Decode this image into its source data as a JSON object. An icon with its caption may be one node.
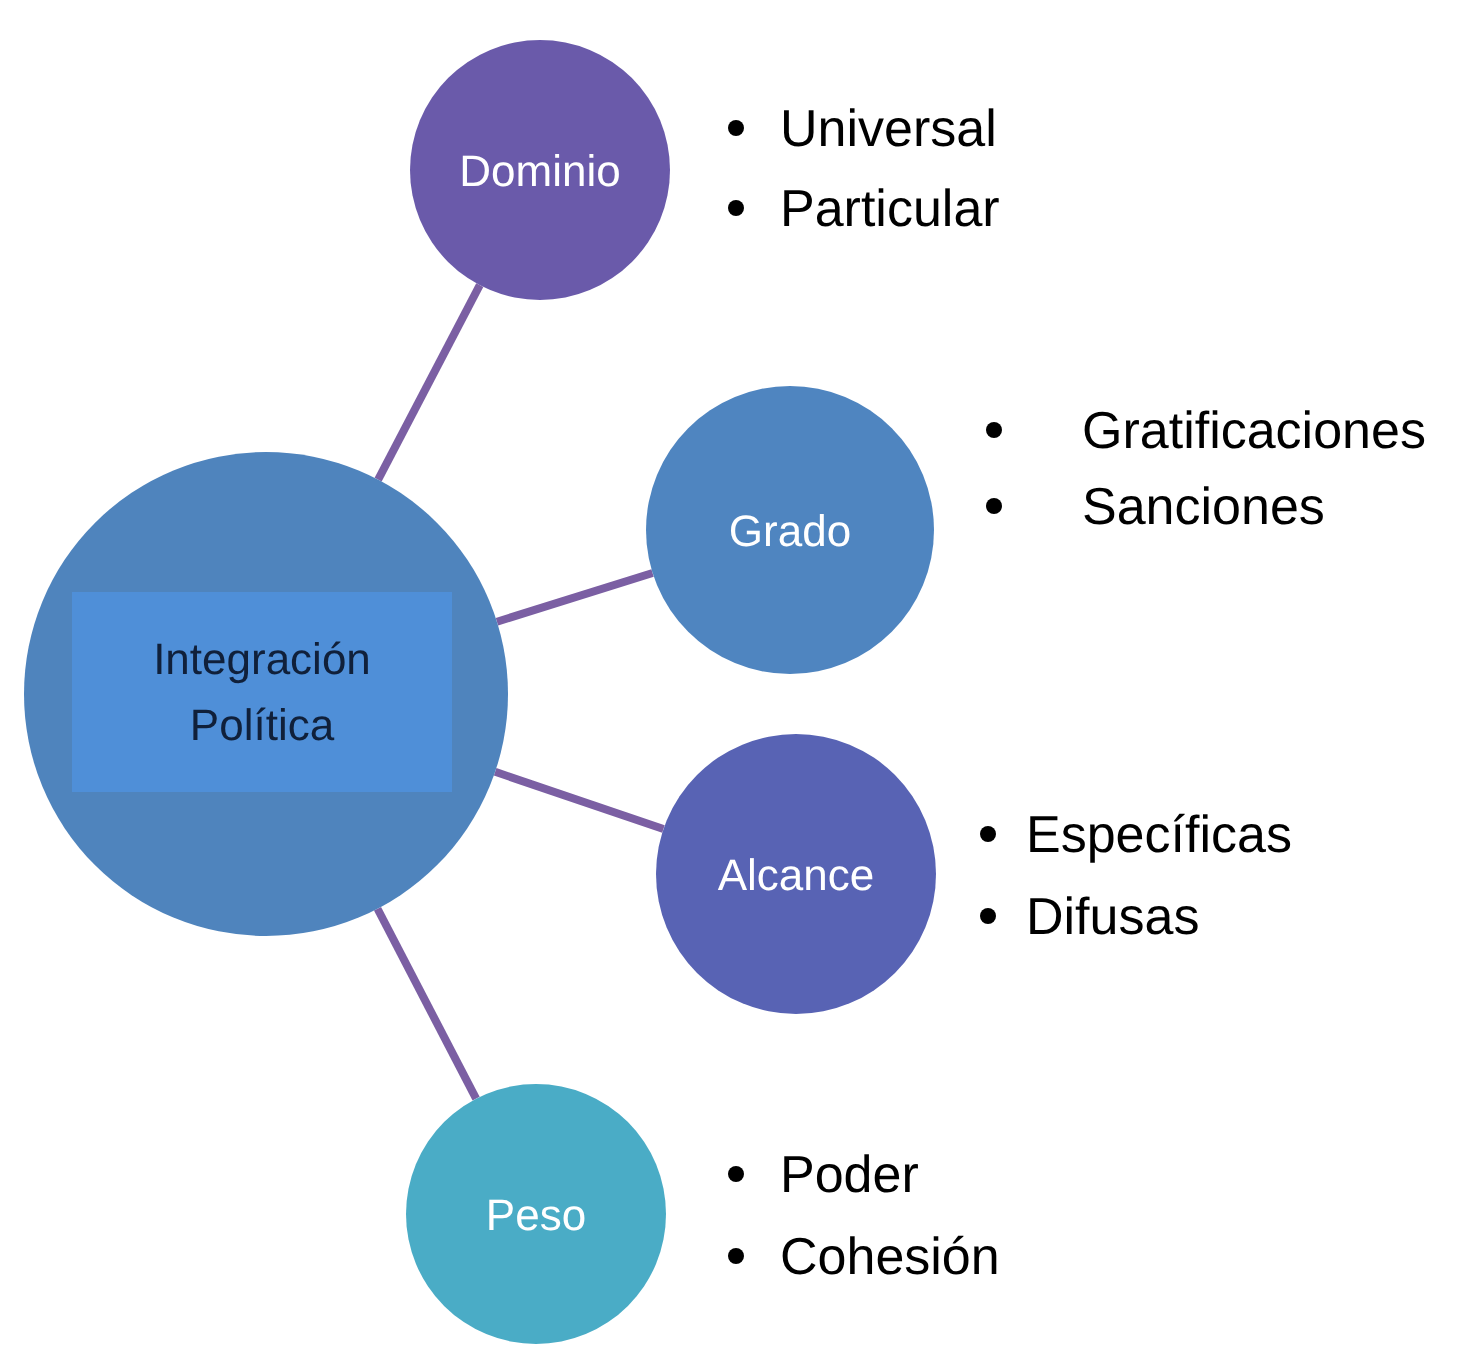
{
  "diagram": {
    "nodes": [
      {
        "text": [],
        "shape": "circle"
      },
      {
        "text": [
          "Integración Política"
        ],
        "in": 0
      },
      {
        "text": [
          "Dominio"
        ],
        "beside": [
          "Universal",
          "Particular"
        ]
      },
      {
        "text": [
          "Grado"
        ],
        "beside": [
          "Gratificaciones",
          "Sanciones"
        ]
      },
      {
        "text": [
          "Alcance"
        ],
        "beside": [
          "Específicas",
          "Difusas"
        ]
      },
      {
        "text": [
          "Peso"
        ],
        "beside": [
          "Poder",
          "Cohesión"
        ]
      }
    ],
    "edges": [
      {
        "from": 0,
        "to": 2,
        "arrow": "none"
      },
      {
        "from": 0,
        "to": 3,
        "arrow": "none"
      },
      {
        "from": 0,
        "to": 4,
        "arrow": "none"
      },
      {
        "from": 0,
        "to": 5,
        "arrow": "none"
      }
    ]
  }
}
